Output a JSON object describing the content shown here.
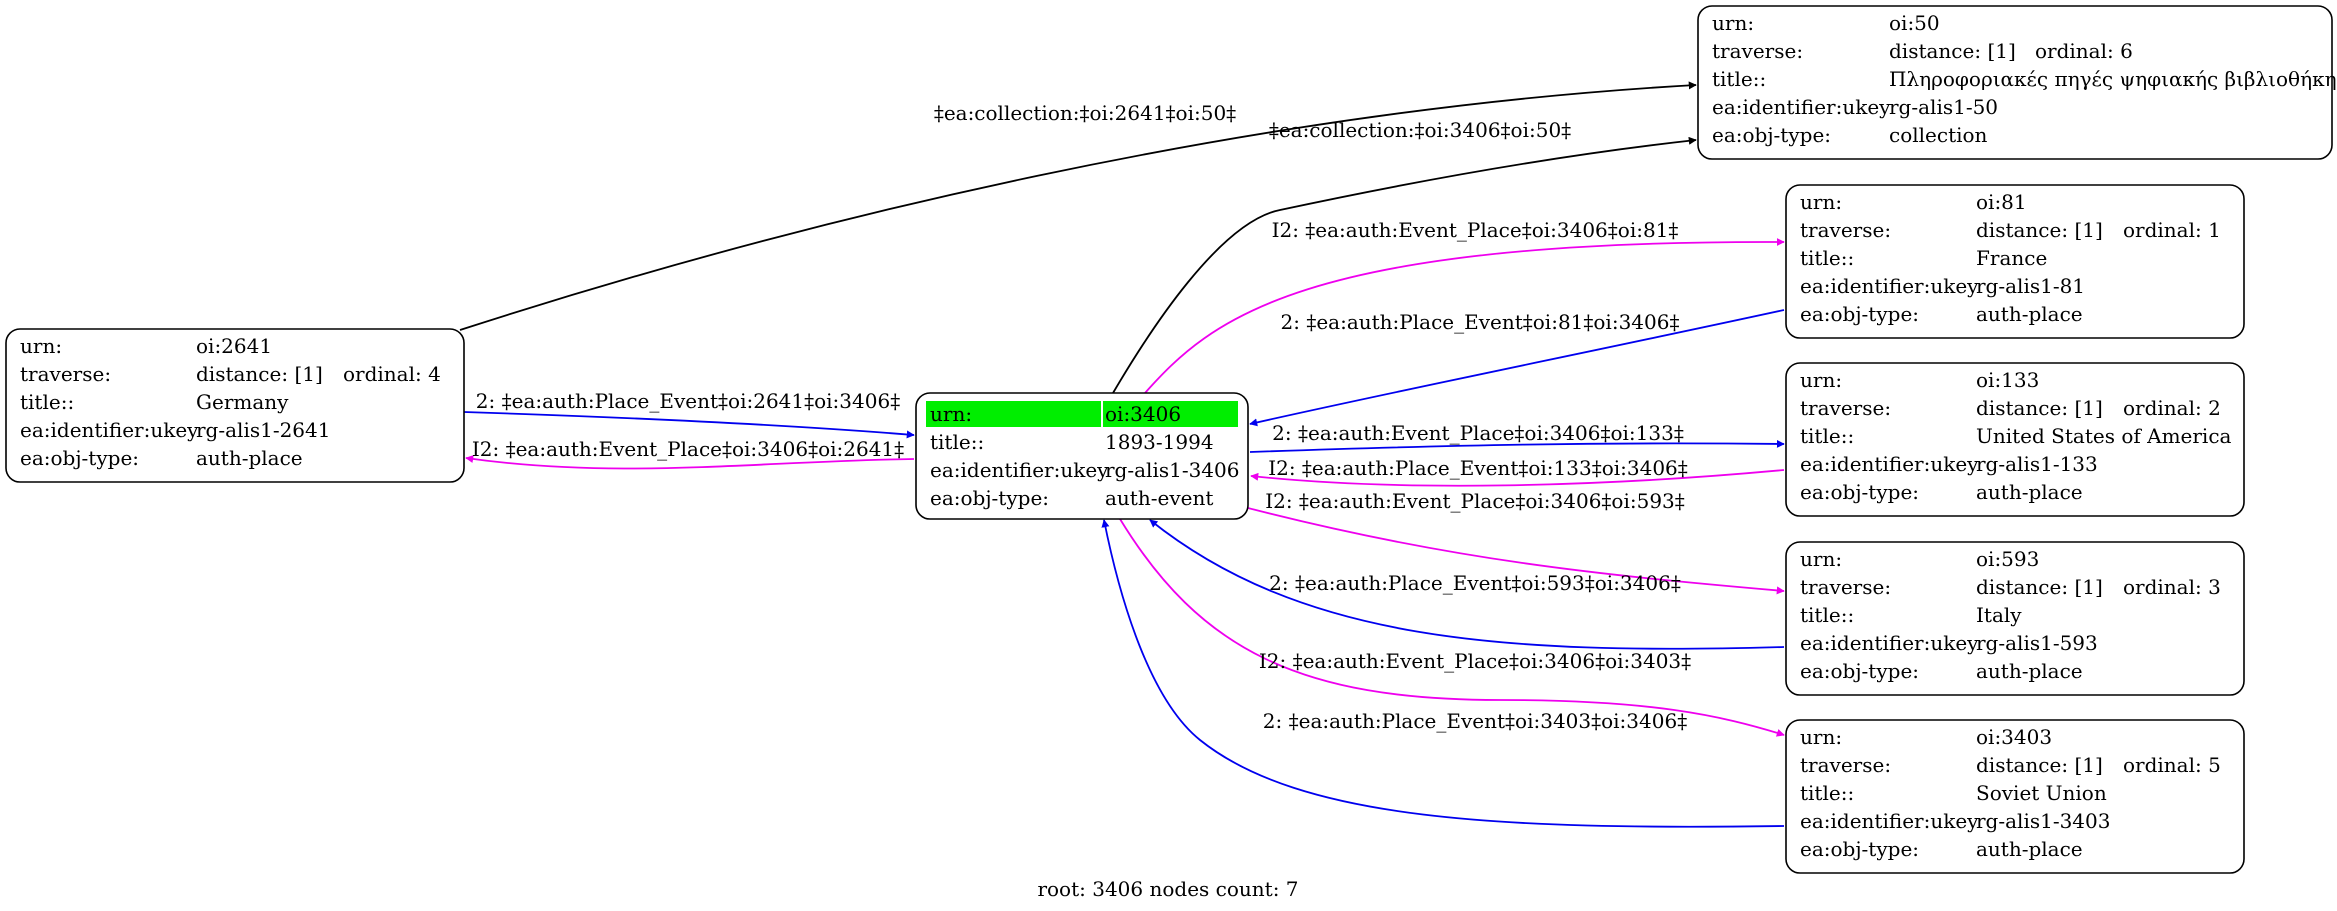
{
  "colors": {
    "black": "#000000",
    "blue": "#0000ee",
    "magenta": "#ee00ee",
    "highlight": "#00ee00"
  },
  "caption": "root: 3406 nodes count: 7",
  "nodes": {
    "n2641": {
      "rows": [
        [
          "urn:",
          "oi:2641",
          ""
        ],
        [
          "traverse:",
          "distance: [1]",
          "ordinal: 4"
        ],
        [
          "title::",
          "Germany",
          ""
        ],
        [
          "ea:identifier:ukey",
          "rg-alis1-2641",
          ""
        ],
        [
          "ea:obj-type:",
          "auth-place",
          ""
        ]
      ]
    },
    "n3406": {
      "rows": [
        [
          "urn:",
          "oi:3406",
          ""
        ],
        [
          "title::",
          "1893-1994",
          ""
        ],
        [
          "ea:identifier:ukey",
          "rg-alis1-3406",
          ""
        ],
        [
          "ea:obj-type:",
          "auth-event",
          ""
        ]
      ]
    },
    "n50": {
      "rows": [
        [
          "urn:",
          "oi:50",
          ""
        ],
        [
          "traverse:",
          "distance: [1]",
          "ordinal: 6"
        ],
        [
          "title::",
          "Πληροφοριακές πηγές ψηφιακής βιβλιοθήκης",
          ""
        ],
        [
          "ea:identifier:ukey",
          "rg-alis1-50",
          ""
        ],
        [
          "ea:obj-type:",
          "collection",
          ""
        ]
      ]
    },
    "n81": {
      "rows": [
        [
          "urn:",
          "oi:81",
          ""
        ],
        [
          "traverse:",
          "distance: [1]",
          "ordinal: 1"
        ],
        [
          "title::",
          "France",
          ""
        ],
        [
          "ea:identifier:ukey",
          "rg-alis1-81",
          ""
        ],
        [
          "ea:obj-type:",
          "auth-place",
          ""
        ]
      ]
    },
    "n133": {
      "rows": [
        [
          "urn:",
          "oi:133",
          ""
        ],
        [
          "traverse:",
          "distance: [1]",
          "ordinal: 2"
        ],
        [
          "title::",
          "United States of America",
          ""
        ],
        [
          "ea:identifier:ukey",
          "rg-alis1-133",
          ""
        ],
        [
          "ea:obj-type:",
          "auth-place",
          ""
        ]
      ]
    },
    "n593": {
      "rows": [
        [
          "urn:",
          "oi:593",
          ""
        ],
        [
          "traverse:",
          "distance: [1]",
          "ordinal: 3"
        ],
        [
          "title::",
          "Italy",
          ""
        ],
        [
          "ea:identifier:ukey",
          "rg-alis1-593",
          ""
        ],
        [
          "ea:obj-type:",
          "auth-place",
          ""
        ]
      ]
    },
    "n3403": {
      "rows": [
        [
          "urn:",
          "oi:3403",
          ""
        ],
        [
          "traverse:",
          "distance: [1]",
          "ordinal: 5"
        ],
        [
          "title::",
          "Soviet Union",
          ""
        ],
        [
          "ea:identifier:ukey",
          "rg-alis1-3403",
          ""
        ],
        [
          "ea:obj-type:",
          "auth-place",
          ""
        ]
      ]
    }
  },
  "edges": {
    "e2641_50": {
      "label": "‡ea:collection:‡oi:2641‡oi:50‡",
      "color": "black"
    },
    "e3406_50": {
      "label": "‡ea:collection:‡oi:3406‡oi:50‡",
      "color": "black"
    },
    "e2641_3406": {
      "label": "2: ‡ea:auth:Place_Event‡oi:2641‡oi:3406‡",
      "color": "blue"
    },
    "e3406_2641": {
      "label": "I2: ‡ea:auth:Event_Place‡oi:3406‡oi:2641‡",
      "color": "magenta"
    },
    "e3406_81": {
      "label": "I2: ‡ea:auth:Event_Place‡oi:3406‡oi:81‡",
      "color": "magenta"
    },
    "e81_3406": {
      "label": "2: ‡ea:auth:Place_Event‡oi:81‡oi:3406‡",
      "color": "blue"
    },
    "e3406_133": {
      "label": "2: ‡ea:auth:Event_Place‡oi:3406‡oi:133‡",
      "color": "blue"
    },
    "e133_3406": {
      "label": "I2: ‡ea:auth:Place_Event‡oi:133‡oi:3406‡",
      "color": "magenta"
    },
    "e3406_593": {
      "label": "I2: ‡ea:auth:Event_Place‡oi:3406‡oi:593‡",
      "color": "magenta"
    },
    "e593_3406": {
      "label": "2: ‡ea:auth:Place_Event‡oi:593‡oi:3406‡",
      "color": "blue"
    },
    "e3406_3403": {
      "label": "I2: ‡ea:auth:Event_Place‡oi:3406‡oi:3403‡",
      "color": "magenta"
    },
    "e3403_3406": {
      "label": "2: ‡ea:auth:Place_Event‡oi:3403‡oi:3406‡",
      "color": "blue"
    }
  }
}
